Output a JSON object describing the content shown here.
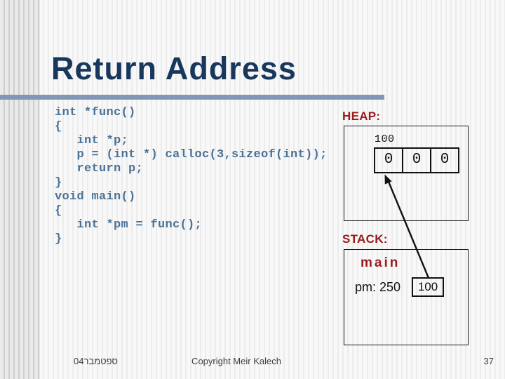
{
  "title": "Return Address",
  "code": {
    "lines": [
      "int *func()",
      "{",
      "   int *p;",
      "   p = (int *) calloc(3,sizeof(int));",
      "   return p;",
      "}",
      "void main()",
      "{",
      "   int *pm = func();",
      "}"
    ]
  },
  "heap": {
    "label": "HEAP:",
    "block_address": "100",
    "cells": [
      "0",
      "0",
      "0"
    ]
  },
  "stack": {
    "label": "STACK:",
    "frame_name": "main",
    "var_label": "pm: 250",
    "var_value": "100"
  },
  "footer": {
    "date": "ספטמבר04",
    "copyright": "Copyright Meir Kalech",
    "page_number": "37"
  },
  "colors": {
    "title": "#17375d",
    "code": "#4a7296",
    "accent_red": "#9a1a1a",
    "rule": "#8297b5",
    "box_border": "#111111"
  }
}
